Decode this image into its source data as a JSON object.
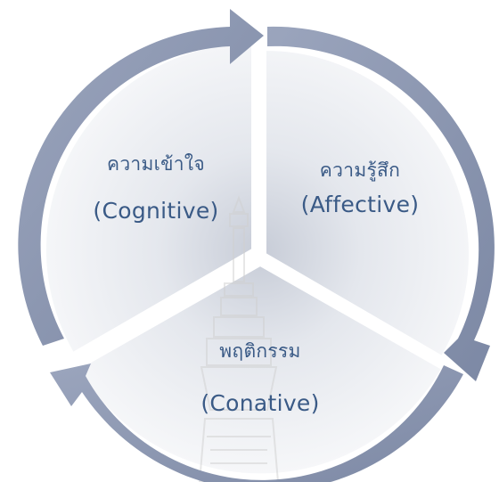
{
  "diagram": {
    "segments": [
      {
        "thai": "ความเข้าใจ",
        "english": "(Cognitive)"
      },
      {
        "thai": "ความรู้สึก",
        "english": "(Affective)"
      },
      {
        "thai": "พฤติกรรม",
        "english": "(Conative)"
      }
    ],
    "colors": {
      "wedge_light": "#f4f5f8",
      "wedge_dark": "#c4c9d4",
      "arrow": "#8a96b0",
      "text": "#3a5a86",
      "watermark": "#d8d8d8"
    }
  }
}
